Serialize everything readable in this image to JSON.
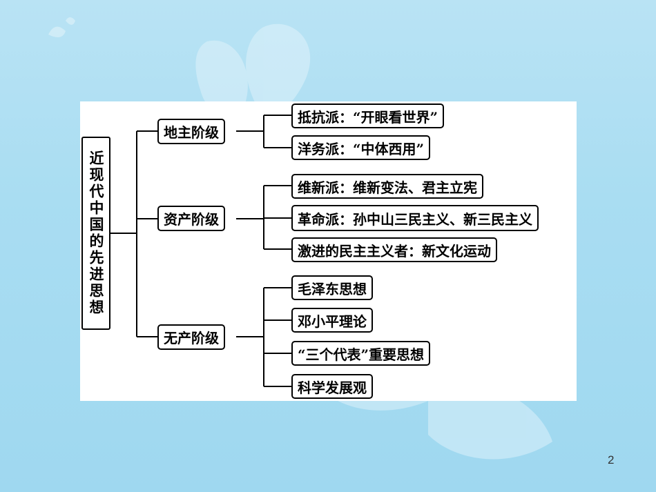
{
  "slide": {
    "page_number": "2",
    "colors": {
      "background": "#a9ddf2",
      "panel": "#ffffff",
      "line": "#000000"
    }
  },
  "diagram": {
    "root": "近现代中国的先进思想",
    "branches": [
      {
        "label": "地主阶级",
        "children": [
          "抵抗派：“开眼看世界”",
          "洋务派：“中体西用”"
        ]
      },
      {
        "label": "资产阶级",
        "children": [
          "维新派：维新变法、君主立宪",
          "革命派：孙中山三民主义、新三民主义",
          "激进的民主主义者：新文化运动"
        ]
      },
      {
        "label": "无产阶级",
        "children": [
          "毛泽东思想",
          "邓小平理论",
          "“三个代表”重要思想",
          "科学发展观"
        ]
      }
    ]
  }
}
